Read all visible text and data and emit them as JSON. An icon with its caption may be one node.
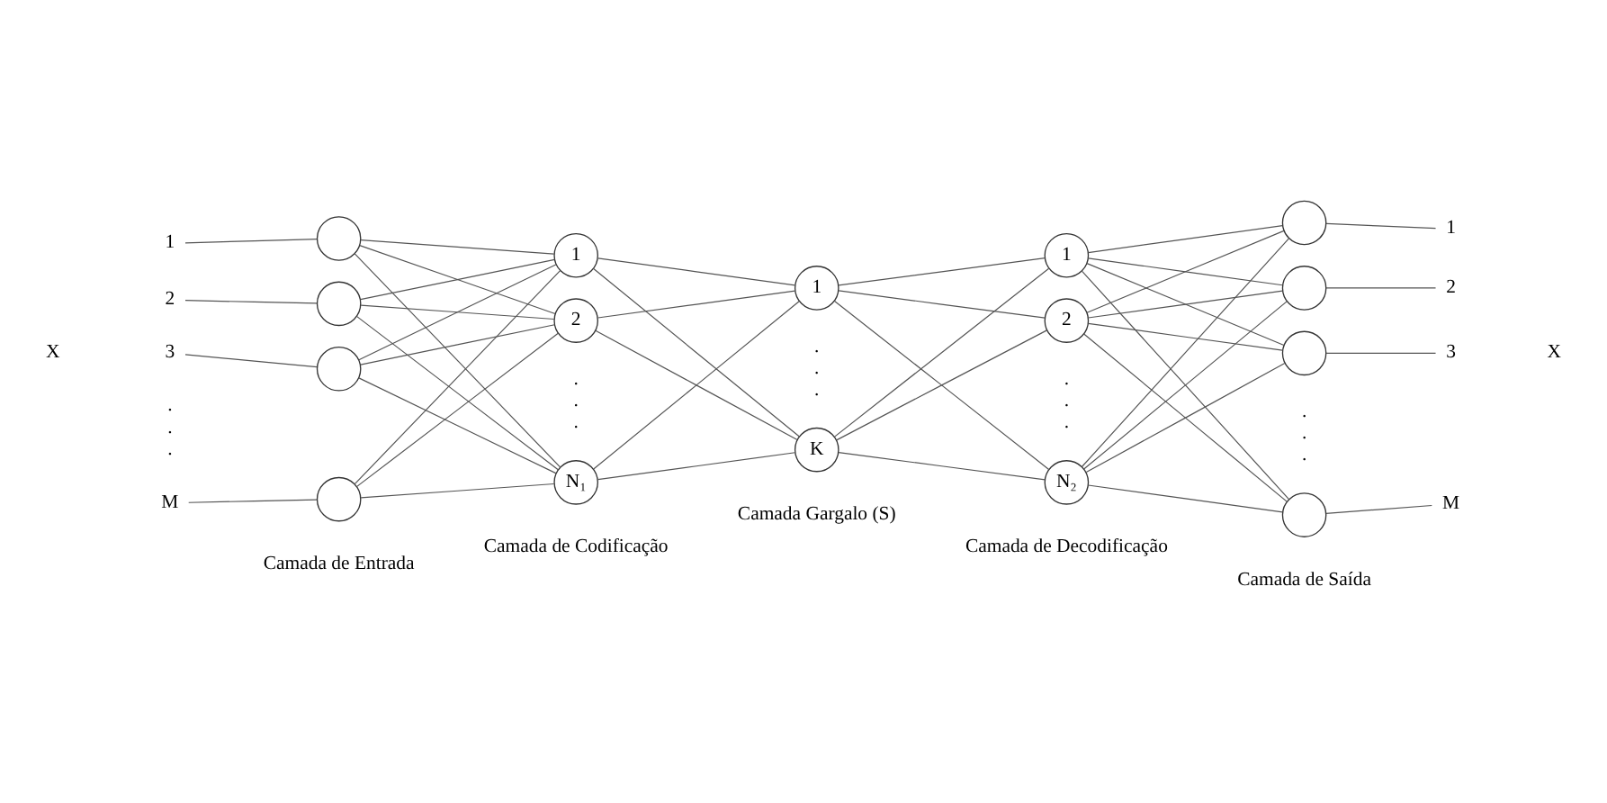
{
  "diagram": {
    "nodes": [
      {
        "text": [
          "1"
        ]
      },
      {
        "text": [
          "2"
        ]
      },
      {
        "text": [
          "3"
        ]
      },
      {
        "text": [
          "M"
        ]
      },
      {
        "text": [],
        "shape": "circle"
      },
      {
        "text": [],
        "shape": "circle"
      },
      {
        "text": [],
        "shape": "circle"
      },
      {
        "text": [],
        "shape": "circle"
      },
      {
        "text": [
          "1"
        ]
      },
      {
        "text": [
          "2"
        ]
      },
      {
        "text": [
          "N₁"
        ]
      },
      {
        "text": [
          "1"
        ]
      },
      {
        "text": [
          "K"
        ]
      },
      {
        "text": [
          "1"
        ]
      },
      {
        "text": [
          "2"
        ]
      },
      {
        "text": [
          "N₂"
        ]
      },
      {
        "text": [],
        "shape": "circle"
      },
      {
        "text": [],
        "shape": "circle"
      },
      {
        "text": [],
        "shape": "circle"
      },
      {
        "text": [],
        "shape": "circle"
      },
      {
        "text": [
          "1"
        ]
      },
      {
        "text": [
          "2"
        ]
      },
      {
        "text": [
          "3"
        ]
      },
      {
        "text": [
          "M"
        ]
      }
    ],
    "edges": [
      {
        "from": 0,
        "to": 4,
        "arrow": "none"
      },
      {
        "from": 1,
        "to": 5,
        "arrow": "none"
      },
      {
        "from": 2,
        "to": 6,
        "arrow": "none"
      },
      {
        "from": 3,
        "to": 7,
        "arrow": "none"
      },
      {
        "from": 4,
        "to": 8,
        "arrow": "none"
      },
      {
        "from": 4,
        "to": 9,
        "arrow": "none"
      },
      {
        "from": 4,
        "to": 10,
        "arrow": "none"
      },
      {
        "from": 5,
        "to": 8,
        "arrow": "none"
      },
      {
        "from": 5,
        "to": 9,
        "arrow": "none"
      },
      {
        "from": 5,
        "to": 10,
        "arrow": "none"
      },
      {
        "from": 6,
        "to": 8,
        "arrow": "none"
      },
      {
        "from": 6,
        "to": 9,
        "arrow": "none"
      },
      {
        "from": 6,
        "to": 10,
        "arrow": "none"
      },
      {
        "from": 7,
        "to": 8,
        "arrow": "none"
      },
      {
        "from": 7,
        "to": 9,
        "arrow": "none"
      },
      {
        "from": 7,
        "to": 10,
        "arrow": "none"
      },
      {
        "from": 8,
        "to": 11,
        "arrow": "none"
      },
      {
        "from": 8,
        "to": 12,
        "arrow": "none"
      },
      {
        "from": 9,
        "to": 11,
        "arrow": "none"
      },
      {
        "from": 9,
        "to": 12,
        "arrow": "none"
      },
      {
        "from": 10,
        "to": 11,
        "arrow": "none"
      },
      {
        "from": 10,
        "to": 12,
        "arrow": "none"
      },
      {
        "from": 11,
        "to": 13,
        "arrow": "none"
      },
      {
        "from": 11,
        "to": 14,
        "arrow": "none"
      },
      {
        "from": 11,
        "to": 15,
        "arrow": "none"
      },
      {
        "from": 12,
        "to": 13,
        "arrow": "none"
      },
      {
        "from": 12,
        "to": 14,
        "arrow": "none"
      },
      {
        "from": 12,
        "to": 15,
        "arrow": "none"
      },
      {
        "from": 13,
        "to": 16,
        "arrow": "none"
      },
      {
        "from": 13,
        "to": 17,
        "arrow": "none"
      },
      {
        "from": 13,
        "to": 18,
        "arrow": "none"
      },
      {
        "from": 13,
        "to": 19,
        "arrow": "none"
      },
      {
        "from": 14,
        "to": 16,
        "arrow": "none"
      },
      {
        "from": 14,
        "to": 17,
        "arrow": "none"
      },
      {
        "from": 14,
        "to": 18,
        "arrow": "none"
      },
      {
        "from": 14,
        "to": 19,
        "arrow": "none"
      },
      {
        "from": 15,
        "to": 16,
        "arrow": "none"
      },
      {
        "from": 15,
        "to": 17,
        "arrow": "none"
      },
      {
        "from": 15,
        "to": 18,
        "arrow": "none"
      },
      {
        "from": 15,
        "to": 19,
        "arrow": "none"
      },
      {
        "from": 16,
        "to": 20,
        "arrow": "none"
      },
      {
        "from": 17,
        "to": 21,
        "arrow": "none"
      },
      {
        "from": 18,
        "to": 22,
        "arrow": "none"
      },
      {
        "from": 19,
        "to": 23,
        "arrow": "none"
      }
    ],
    "labels": [
      "X",
      ".",
      ".",
      ".",
      ".",
      ".",
      ".",
      ".",
      ".",
      ".",
      ".",
      ".",
      ".",
      ".",
      ".",
      ".",
      "X",
      "Camada de Entrada",
      "Camada de Codificação",
      "Camada Gargalo (S)",
      "Camada de Decodificação",
      "Camada de Saída"
    ]
  }
}
